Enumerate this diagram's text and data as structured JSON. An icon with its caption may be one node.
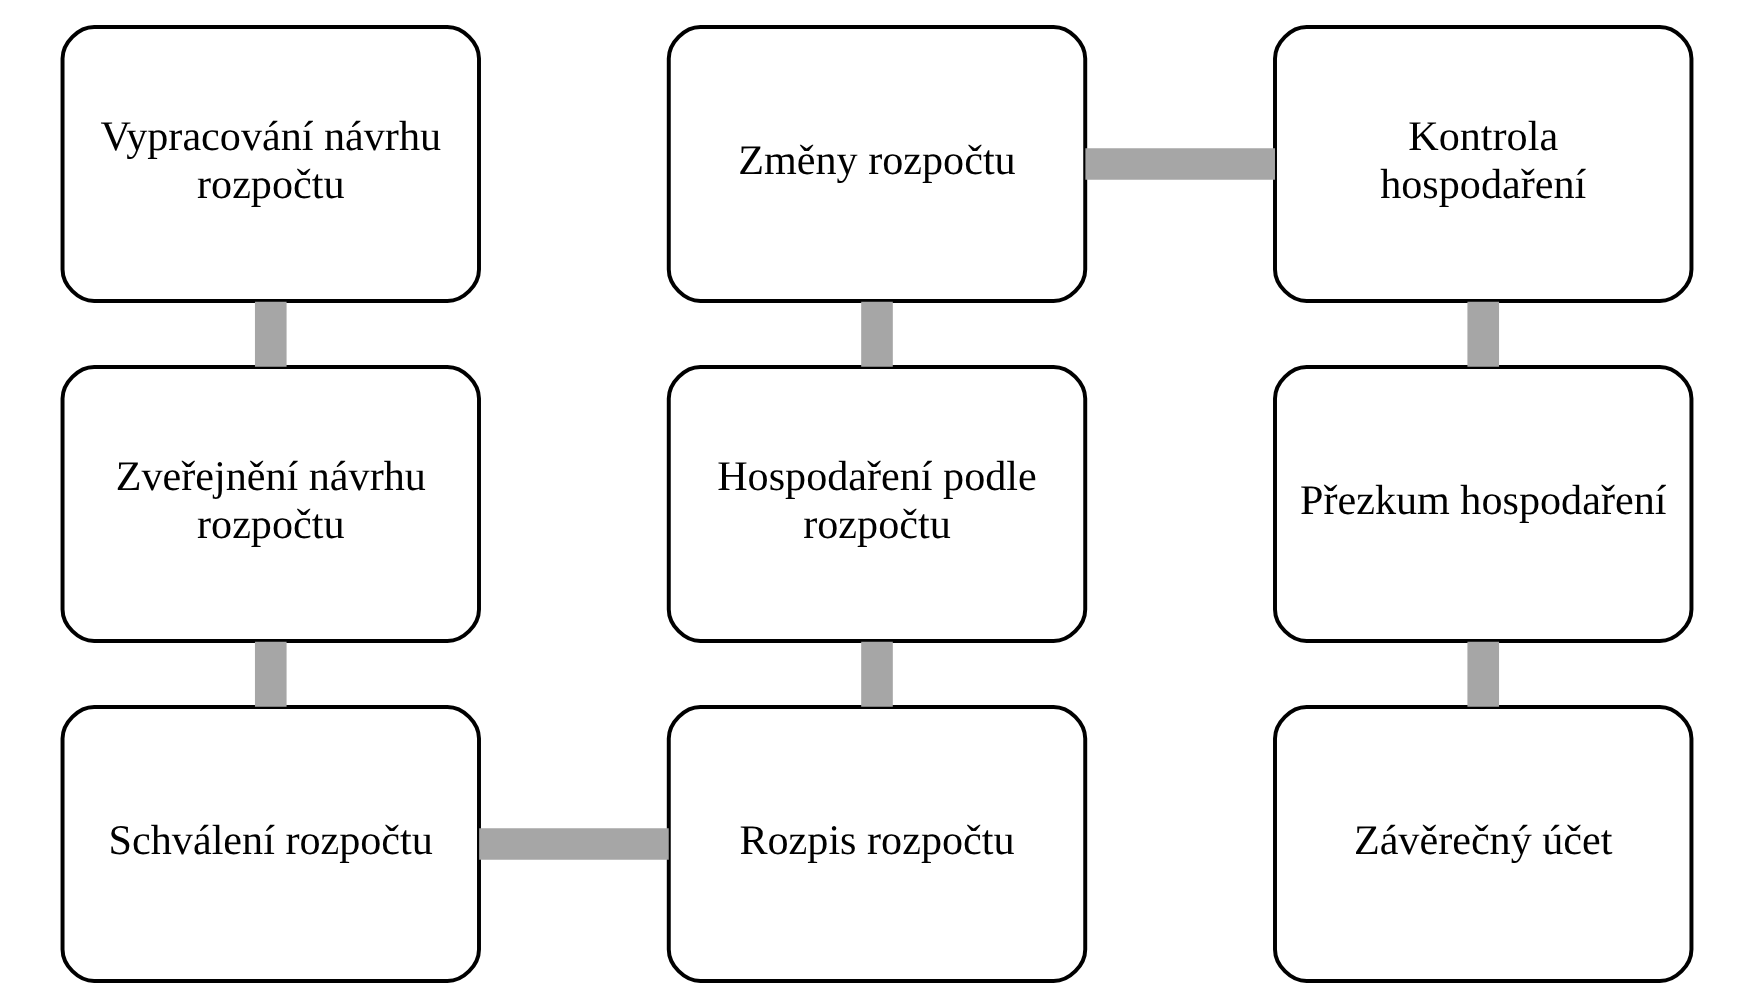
{
  "diagram": {
    "nodes": [
      {
        "text": [
          "Vypracování návrhu rozpočtu"
        ]
      },
      {
        "text": [
          "Zveřejnění návrhu rozpočtu"
        ]
      },
      {
        "text": [
          "Schválení rozpočtu"
        ]
      },
      {
        "text": [
          "Rozpis rozpočtu"
        ]
      },
      {
        "text": [
          "Hospodaření podle rozpočtu"
        ]
      },
      {
        "text": [
          "Změny rozpočtu"
        ]
      },
      {
        "text": [
          "Kontrola hospodaření"
        ]
      },
      {
        "text": [
          "Přezkum hospodaření"
        ]
      },
      {
        "text": [
          "Závěrečný účet"
        ]
      }
    ],
    "edges": [
      {
        "from": 0,
        "to": 1,
        "arrow": "none"
      },
      {
        "from": 1,
        "to": 2,
        "arrow": "none"
      },
      {
        "from": 2,
        "to": 3,
        "arrow": "none"
      },
      {
        "from": 3,
        "to": 4,
        "arrow": "none"
      },
      {
        "from": 4,
        "to": 5,
        "arrow": "none"
      },
      {
        "from": 5,
        "to": 6,
        "arrow": "none"
      },
      {
        "from": 6,
        "to": 7,
        "arrow": "none"
      },
      {
        "from": 7,
        "to": 8,
        "arrow": "none"
      }
    ]
  }
}
